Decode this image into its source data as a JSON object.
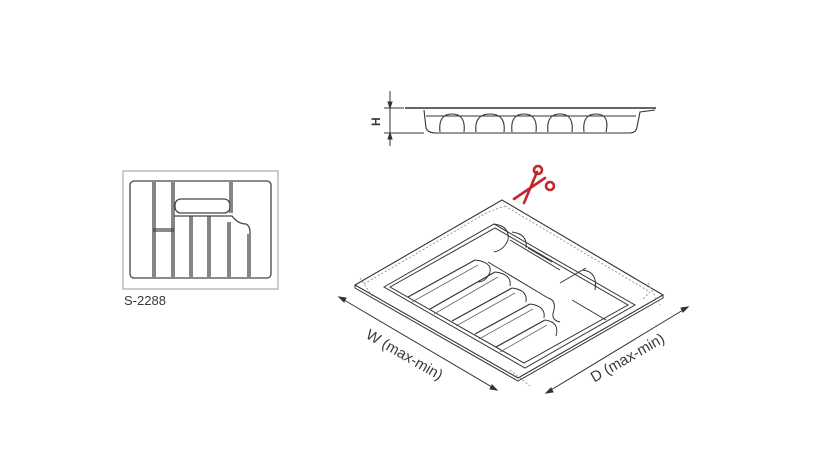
{
  "product_code": "S-2288",
  "dimension_labels": {
    "height": "H",
    "width": "W (max-min)",
    "depth": "D (max-min)"
  },
  "icons": {
    "cut": "scissors-icon"
  },
  "colors": {
    "line": "#333333",
    "scissors": "#c0282d",
    "thumb_border": "#9a9a9a"
  }
}
